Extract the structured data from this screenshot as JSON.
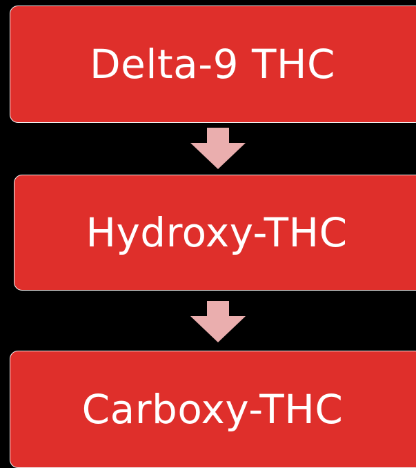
{
  "diagram": {
    "type": "flowchart",
    "direction": "top-to-bottom",
    "nodes": [
      {
        "id": "delta9",
        "label": "Delta-9 THC"
      },
      {
        "id": "hydroxy",
        "label": "Hydroxy-THC"
      },
      {
        "id": "carboxy",
        "label": "Carboxy-THC"
      }
    ],
    "edges": [
      {
        "from": "delta9",
        "to": "hydroxy"
      },
      {
        "from": "hydroxy",
        "to": "carboxy"
      }
    ],
    "colors": {
      "node_fill": "#df2f2b",
      "node_text": "#ffffff",
      "node_border": "#f2f2f2",
      "arrow": "#eaaeae",
      "background": "#000000"
    }
  }
}
